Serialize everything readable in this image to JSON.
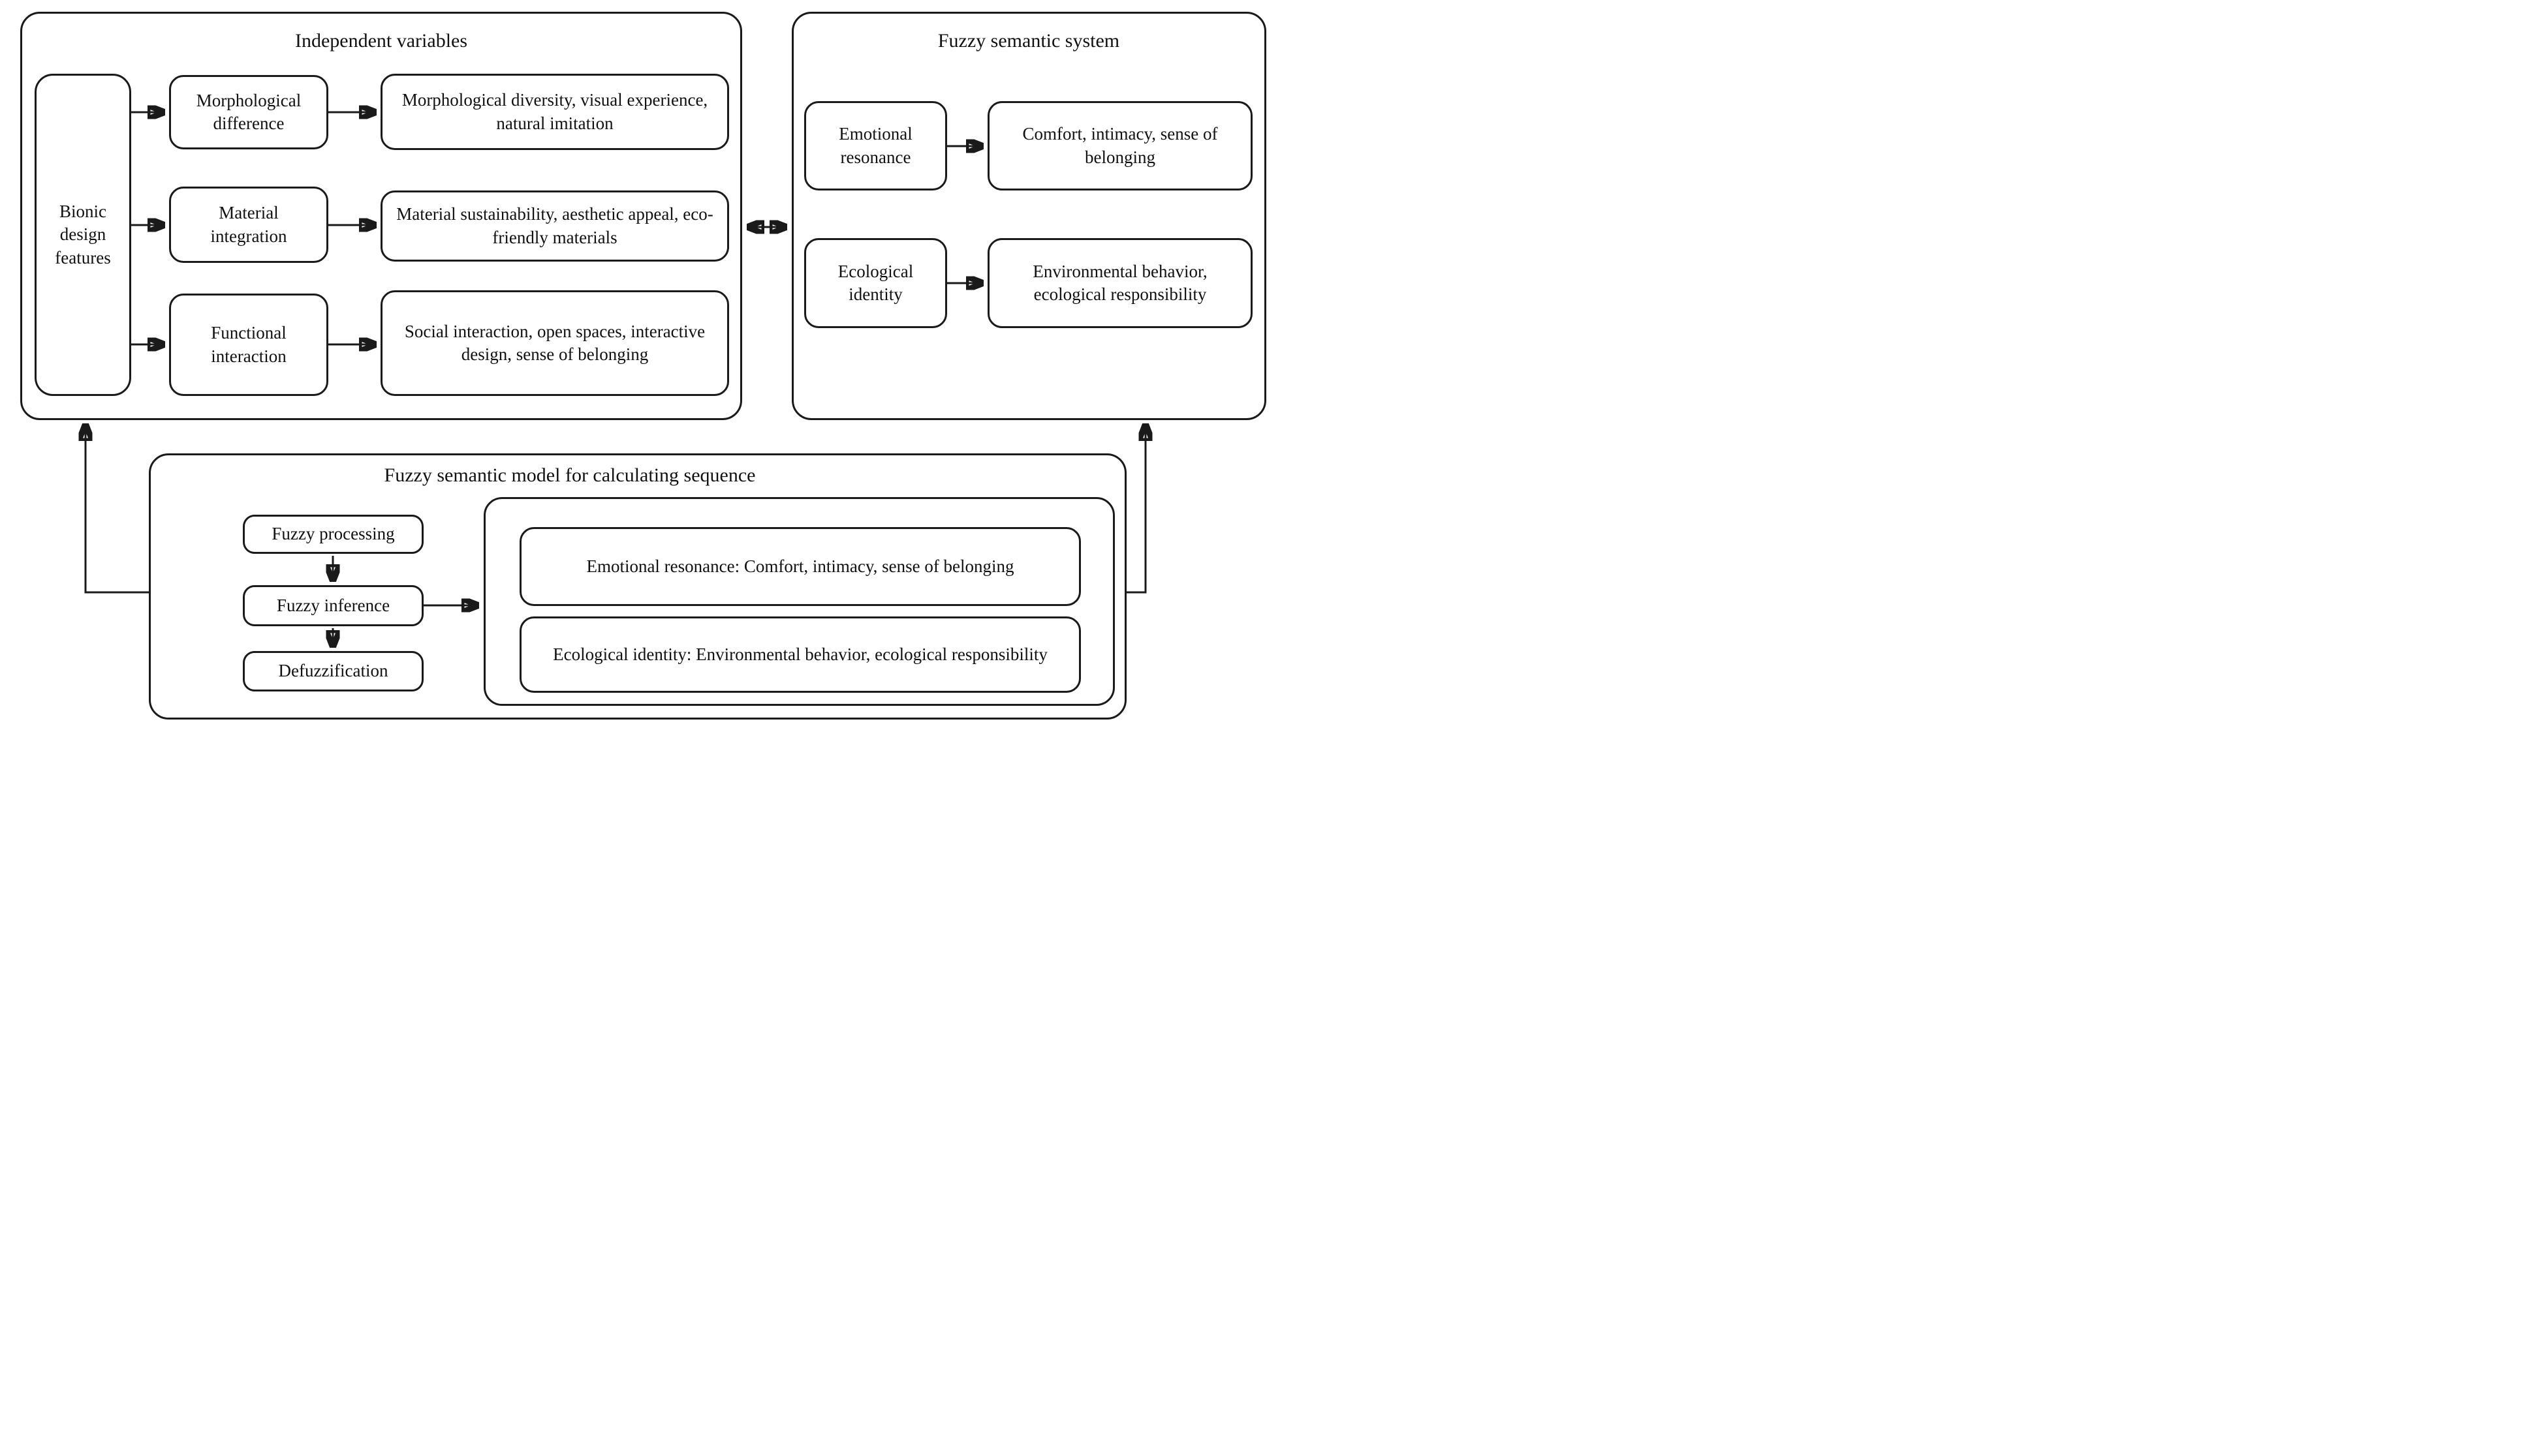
{
  "diagram": {
    "colors": {
      "ink": "#1a1a1a",
      "background": "#ffffff"
    },
    "independent_variables": {
      "title": "Independent variables",
      "source": {
        "label": "Bionic design features"
      },
      "rows": [
        {
          "factor": "Morphological difference",
          "detail": "Morphological diversity, visual experience, natural imitation"
        },
        {
          "factor": "Material integration",
          "detail": "Material sustainability, aesthetic appeal, eco-friendly materials"
        },
        {
          "factor": "Functional interaction",
          "detail": "Social interaction, open spaces, interactive design, sense of belonging"
        }
      ]
    },
    "fuzzy_semantic_system": {
      "title": "Fuzzy semantic system",
      "rows": [
        {
          "factor": "Emotional resonance",
          "detail": "Comfort, intimacy, sense of belonging"
        },
        {
          "factor": "Ecological identity",
          "detail": "Environmental behavior, ecological responsibility"
        }
      ]
    },
    "fuzzy_model": {
      "title": "Fuzzy semantic model for calculating sequence",
      "steps": [
        "Fuzzy processing",
        "Fuzzy inference",
        "Defuzzification"
      ],
      "outputs": [
        "Emotional resonance: Comfort, intimacy, sense of belonging",
        "Ecological identity: Environmental behavior, ecological responsibility"
      ]
    },
    "connections": [
      "Bionic design features -> Morphological difference -> Morphological diversity, visual experience, natural imitation",
      "Bionic design features -> Material integration -> Material sustainability, aesthetic appeal, eco-friendly materials",
      "Bionic design features -> Functional interaction -> Social interaction, open spaces, interactive design, sense of belonging",
      "Independent variables <-> Fuzzy semantic system",
      "Emotional resonance -> Comfort, intimacy, sense of belonging",
      "Ecological identity -> Environmental behavior, ecological responsibility",
      "Fuzzy processing -> Fuzzy inference -> Defuzzification",
      "Fuzzy inference -> model outputs",
      "Fuzzy semantic model -> Independent variables",
      "Fuzzy semantic model -> Fuzzy semantic system"
    ]
  }
}
